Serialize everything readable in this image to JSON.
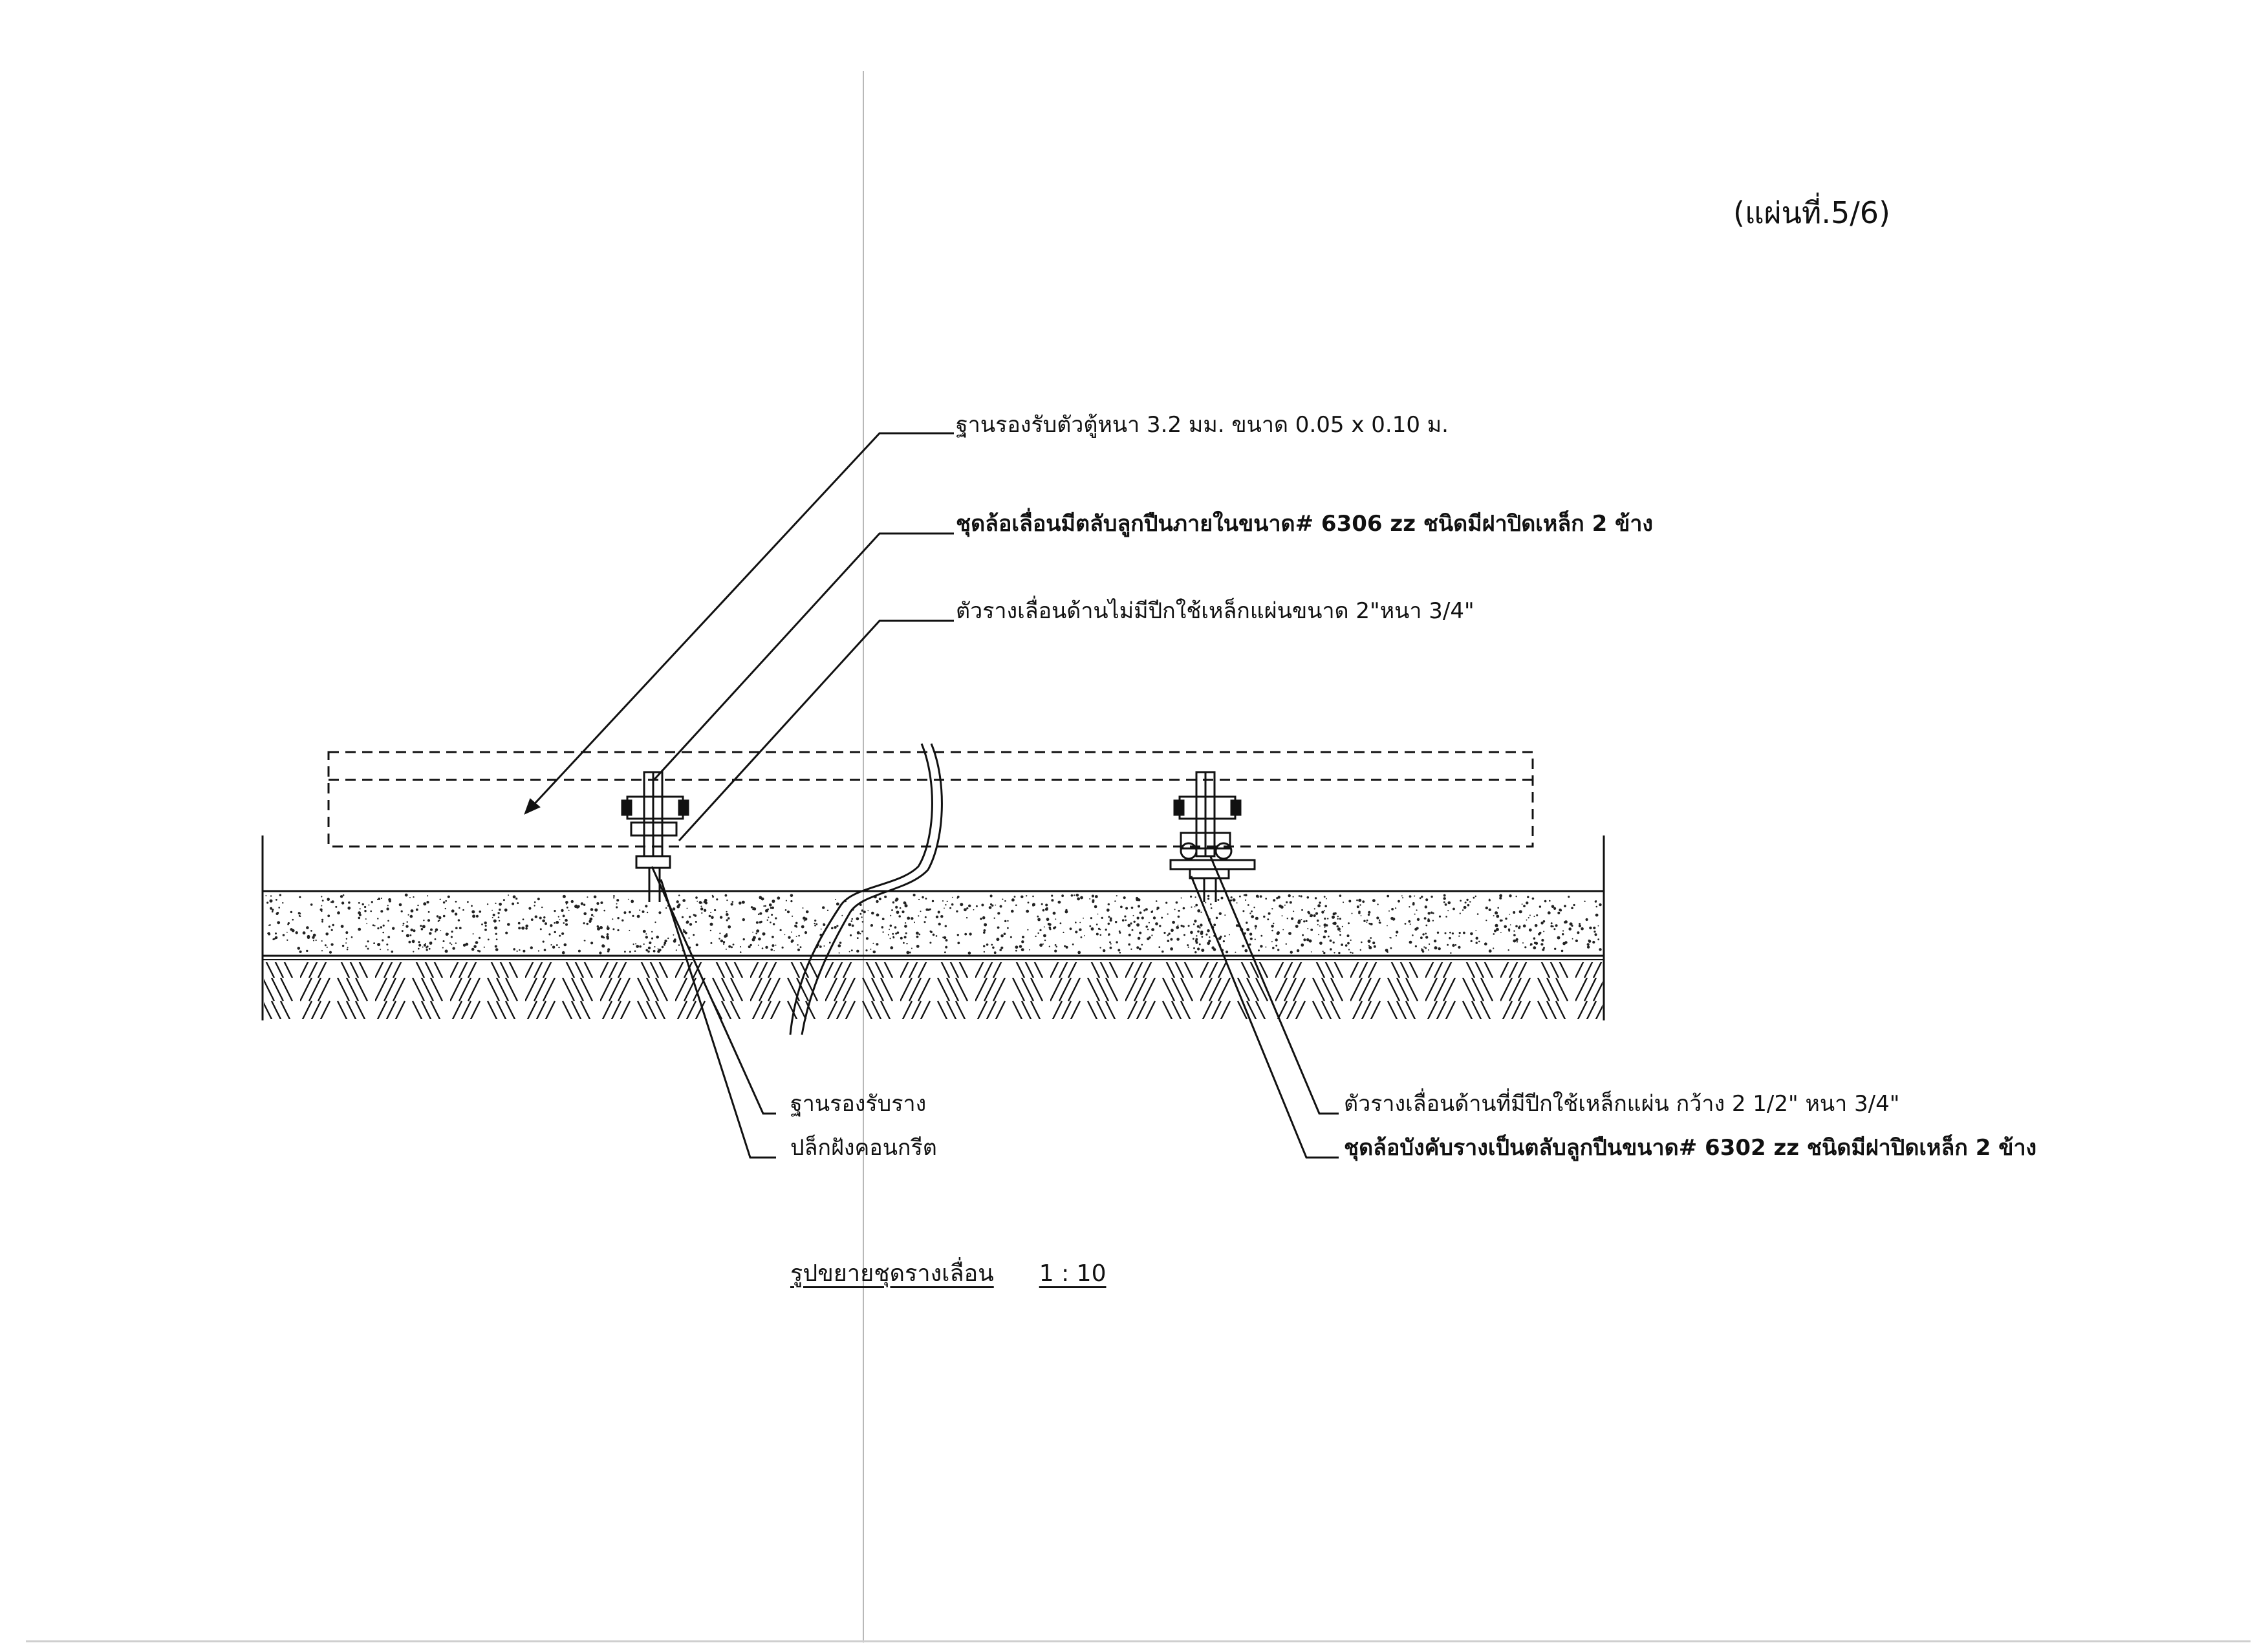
{
  "sheet_number": "(แผ่นที่.5/6)",
  "labels": {
    "cabinet_base": "ฐานรองรับตัวตู้หนา 3.2 มม. ขนาด 0.05 x 0.10 ม.",
    "wheel_set_top": "ชุดล้อเลื่อนมีตลับลูกปืนภายในขนาด# 6306 zz ชนิดมีฝาปิดเหล็ก 2 ข้าง",
    "rail_no_lip": "ตัวรางเลื่อนด้านไม่มีปีกใช้เหล็กแผ่นขนาด 2\"หนา 3/4\"",
    "rail_support_base": "ฐานรองรับราง",
    "concrete_anchor_block": "ปล็กฝังคอนกรีต",
    "rail_with_lip": "ตัวรางเลื่อนด้านที่มีปีกใช้เหล็กแผ่น กว้าง 2 1/2\"  หนา  3/4\"",
    "guide_wheel_set": "ชุดล้อบังคับรางเป็นตลับลูกปืนขนาด# 6302 zz ชนิดมีฝาปิดเหล็ก 2 ข้าง"
  },
  "drawing_title": "รูปขยายชุดรางเลื่อน",
  "drawing_scale": "1 : 10",
  "colors": {
    "ink": "#111111",
    "paper": "#ffffff",
    "fold_line": "#b8b8b8"
  }
}
